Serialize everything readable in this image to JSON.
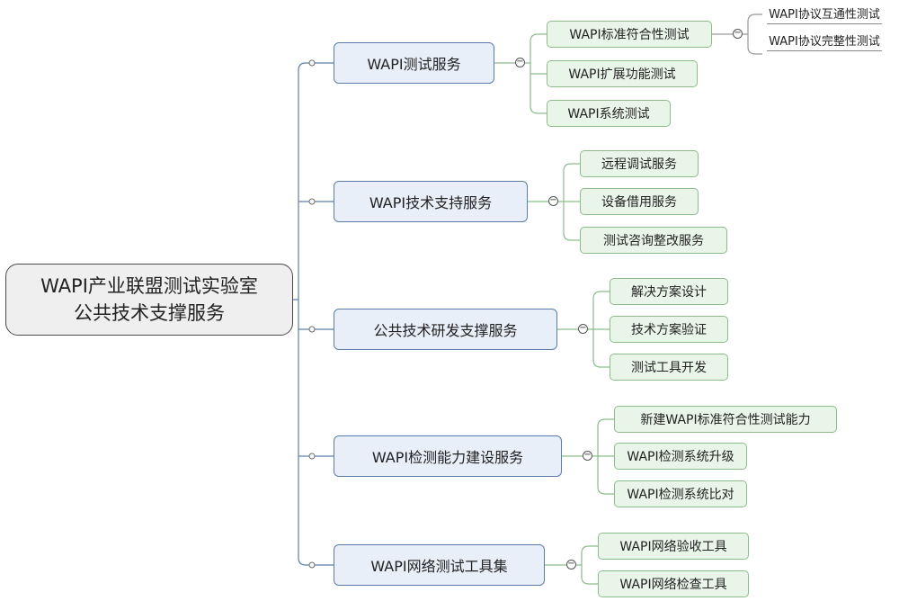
{
  "root": {
    "line1": "WAPI产业联盟测试实验室",
    "line2": "公共技术支撑服务"
  },
  "branches": [
    {
      "label": "WAPI测试服务",
      "children": [
        {
          "label": "WAPI标准符合性测试",
          "children": [
            "WAPI协议互通性测试",
            "WAPI协议完整性测试"
          ]
        },
        {
          "label": "WAPI扩展功能测试"
        },
        {
          "label": "WAPI系统测试"
        }
      ]
    },
    {
      "label": "WAPI技术支持服务",
      "children": [
        {
          "label": "远程调试服务"
        },
        {
          "label": "设备借用服务"
        },
        {
          "label": "测试咨询整改服务"
        }
      ]
    },
    {
      "label": "公共技术研发支撑服务",
      "children": [
        {
          "label": "解决方案设计"
        },
        {
          "label": "技术方案验证"
        },
        {
          "label": "测试工具开发"
        }
      ]
    },
    {
      "label": "WAPI检测能力建设服务",
      "children": [
        {
          "label": "新建WAPI标准符合性测试能力"
        },
        {
          "label": "WAPI检测系统升级"
        },
        {
          "label": "WAPI检测系统比对"
        }
      ]
    },
    {
      "label": "WAPI网络测试工具集",
      "children": [
        {
          "label": "WAPI网络验收工具"
        },
        {
          "label": "WAPI网络检查工具"
        }
      ]
    }
  ],
  "toggle_symbol": "−"
}
